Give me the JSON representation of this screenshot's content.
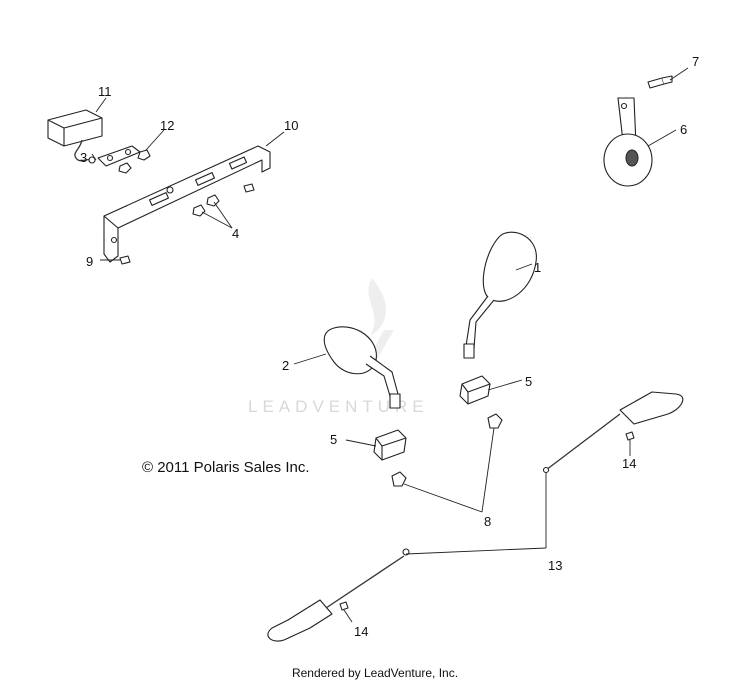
{
  "callouts": {
    "c1": "1",
    "c2": "2",
    "c3": "3",
    "c4": "4",
    "c5a": "5",
    "c5b": "5",
    "c6": "6",
    "c7": "7",
    "c8": "8",
    "c9": "9",
    "c10": "10",
    "c11": "11",
    "c12": "12",
    "c13": "13",
    "c14a": "14",
    "c14b": "14"
  },
  "copyright": "© 2011 Polaris Sales Inc.",
  "watermark": "LEADVENTURE",
  "footer": "Rendered by LeadVenture, Inc."
}
